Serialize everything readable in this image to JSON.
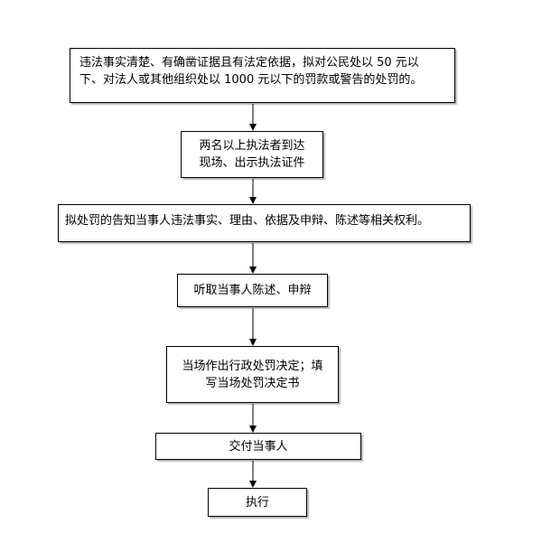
{
  "flowchart": {
    "steps": [
      {
        "lines": [
          "违法事实清楚、有确凿证据且有法定依据，拟对公民处以 50 元以",
          "下、对法人或其他组织处以 1000 元以下的罚款或警告的处罚的。"
        ]
      },
      {
        "lines": [
          "两名以上执法者到达",
          "现场、出示执法证件"
        ]
      },
      {
        "lines": [
          "拟处罚的告知当事人违法事实、理由、依据及申辩、陈述等相关权利。"
        ]
      },
      {
        "lines": [
          "听取当事人陈述、申辩"
        ]
      },
      {
        "lines": [
          "当场作出行政处罚决定；填",
          "写当场处罚决定书"
        ]
      },
      {
        "lines": [
          "交付当事人"
        ]
      },
      {
        "lines": [
          "执行"
        ]
      }
    ]
  }
}
